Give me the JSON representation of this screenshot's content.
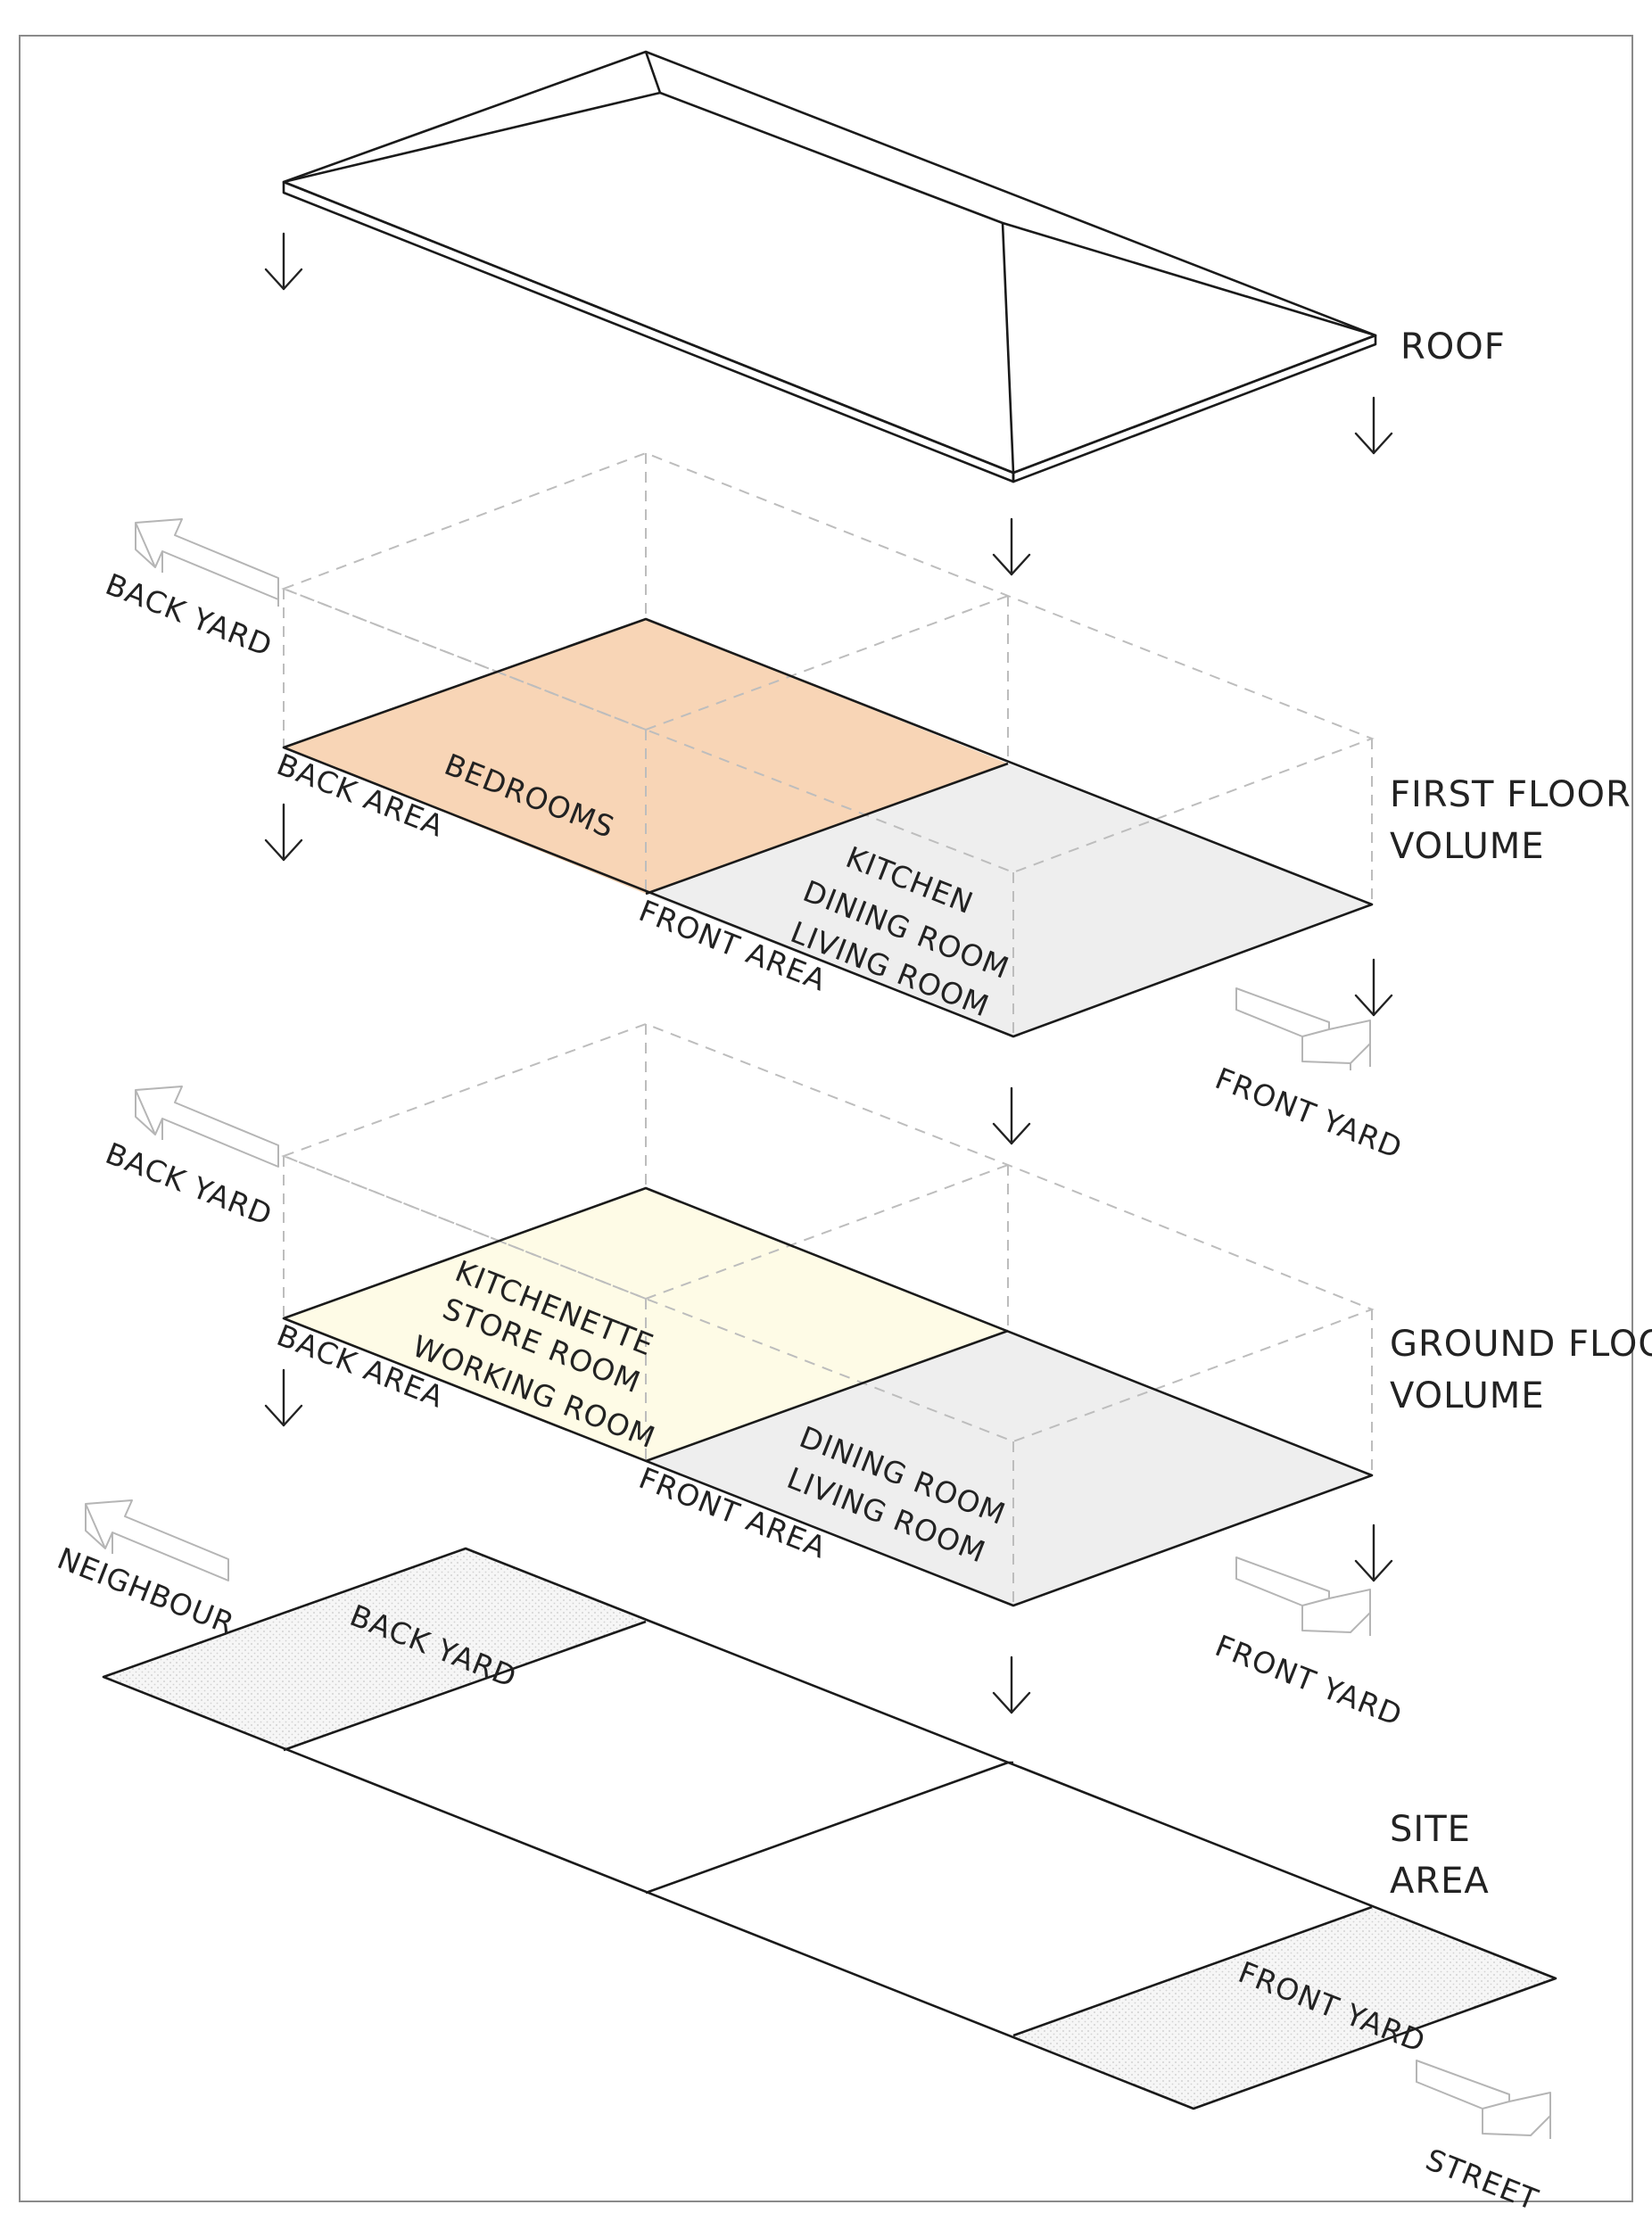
{
  "colors": {
    "bedrooms": "#f8d5b6",
    "ground_back": "#fefbe6",
    "front_area": "#eeeeee",
    "yard_texture": "#f4f4f4",
    "line": "#1a1a1a",
    "dashed": "#bdbdbd"
  },
  "layers": {
    "roof": {
      "label": "ROOF"
    },
    "first_floor": {
      "label_line1": "FIRST FLOOR",
      "label_line2": "VOLUME",
      "back_zone_lines": [
        "BEDROOMS"
      ],
      "front_zone_lines": [
        "KITCHEN",
        "DINING ROOM",
        "LIVING ROOM"
      ],
      "back_edge_label": "BACK AREA",
      "front_edge_label": "FRONT AREA",
      "back_direction": "BACK YARD",
      "front_direction": "FRONT YARD"
    },
    "ground_floor": {
      "label_line1": "GROUND FLOOR",
      "label_line2": "VOLUME",
      "back_zone_lines": [
        "KITCHENETTE",
        "STORE ROOM",
        "WORKING ROOM"
      ],
      "front_zone_lines": [
        "DINING ROOM",
        "LIVING ROOM"
      ],
      "back_edge_label": "BACK AREA",
      "front_edge_label": "FRONT AREA",
      "back_direction": "BACK YARD",
      "front_direction": "FRONT YARD"
    },
    "site": {
      "label_line1": "SITE",
      "label_line2": "AREA",
      "back_yard": "BACK YARD",
      "front_yard": "FRONT YARD",
      "back_direction": "NEIGHBOUR",
      "front_direction": "STREET"
    }
  }
}
